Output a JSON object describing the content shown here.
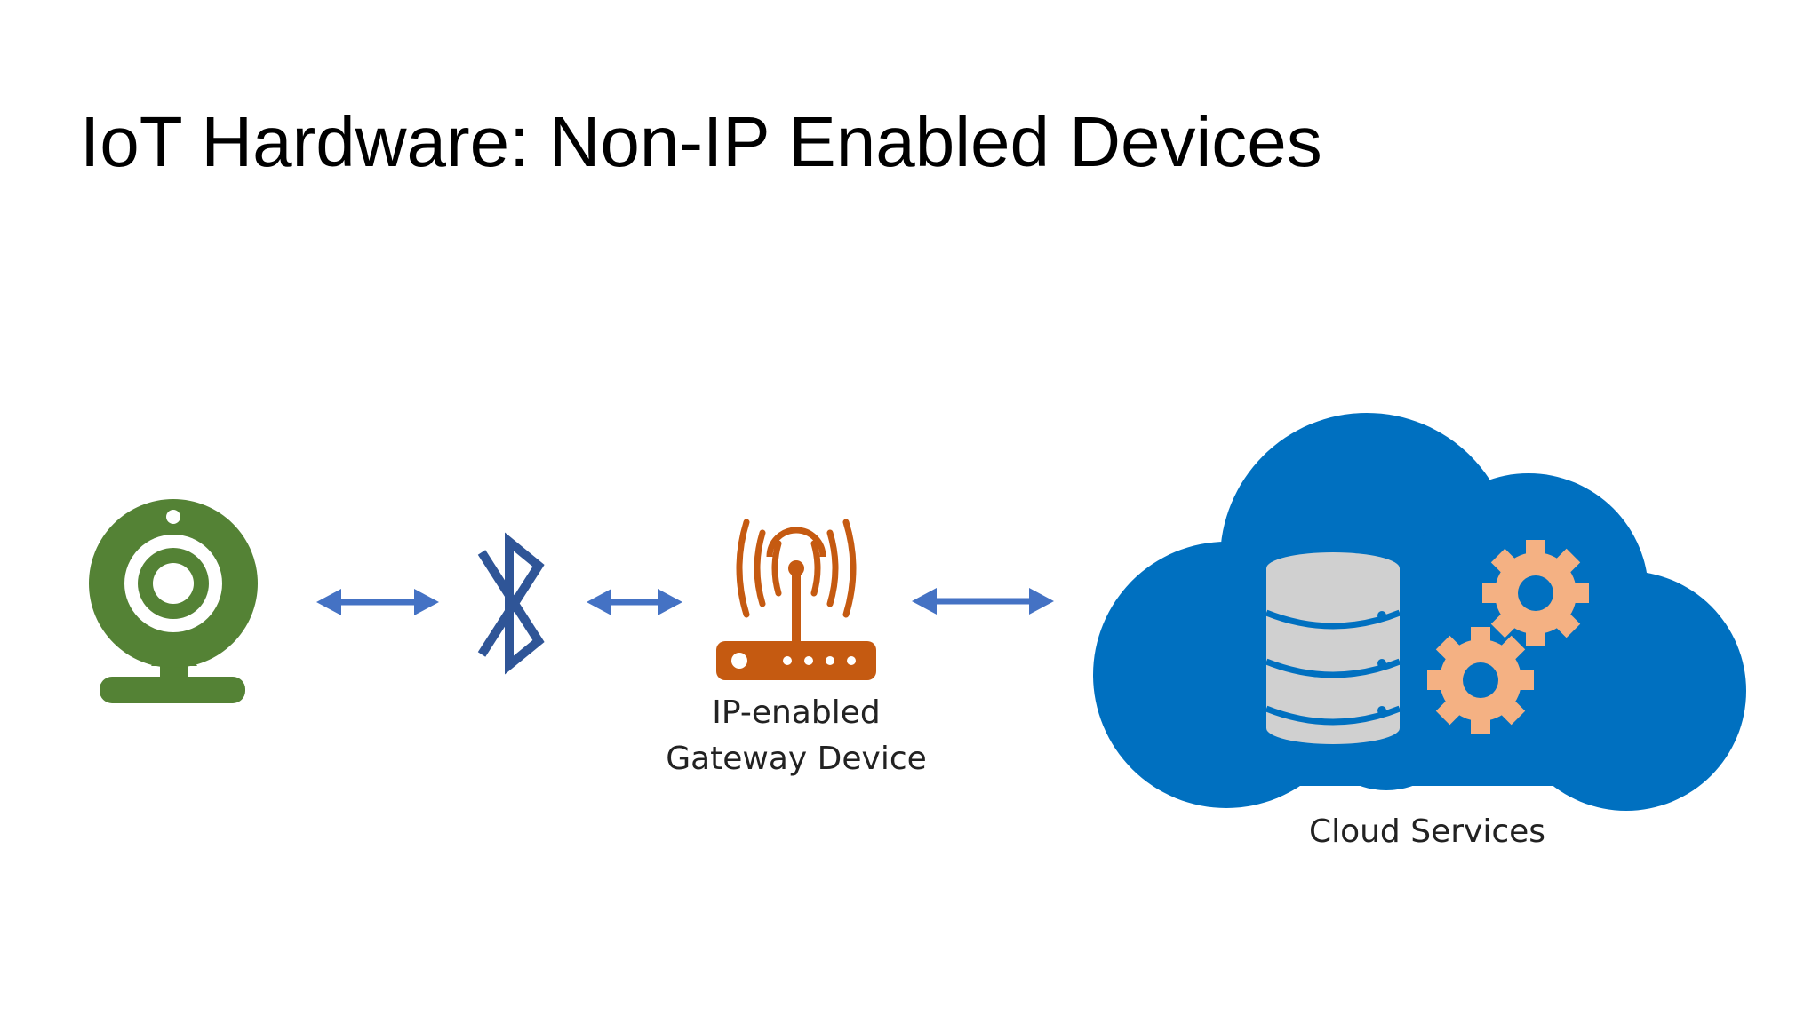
{
  "slide": {
    "title": "IoT Hardware: Non-IP Enabled Devices"
  },
  "diagram": {
    "nodes": [
      {
        "id": "webcam",
        "icon": "webcam-icon",
        "label": "",
        "color": "#548235"
      },
      {
        "id": "bluetooth",
        "icon": "bluetooth-icon",
        "label": "",
        "color": "#2F5597"
      },
      {
        "id": "gateway",
        "icon": "router-icon",
        "label_line1": "IP-enabled",
        "label_line2": "Gateway Device",
        "color": "#C55A11"
      },
      {
        "id": "cloud",
        "icon": "cloud-icon",
        "label": "Cloud Services",
        "color": "#0070C0"
      }
    ],
    "cloud_contents": [
      {
        "icon": "database-icon",
        "color": "#D0D0D0"
      },
      {
        "icon": "gears-icon",
        "color": "#F4B183"
      }
    ],
    "connections": [
      {
        "from": "webcam",
        "to": "bluetooth",
        "type": "bidirectional"
      },
      {
        "from": "bluetooth",
        "to": "gateway",
        "type": "bidirectional"
      },
      {
        "from": "gateway",
        "to": "cloud",
        "type": "bidirectional"
      }
    ],
    "arrow_color": "#4472C4"
  }
}
